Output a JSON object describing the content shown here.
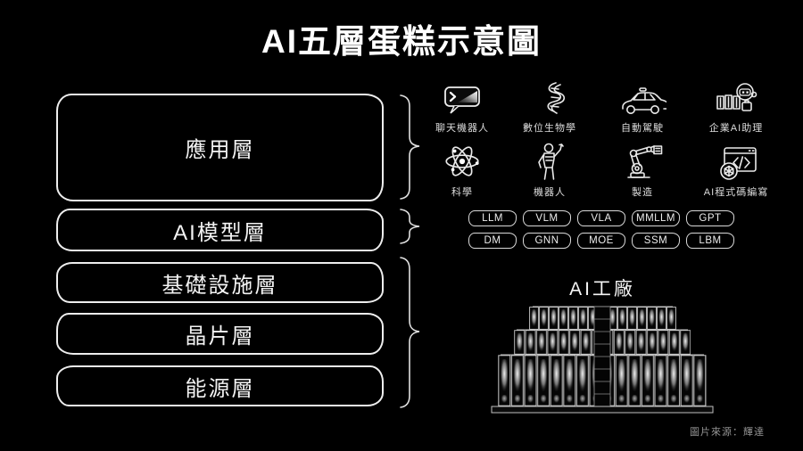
{
  "title": "AI五層蛋糕示意圖",
  "layers": [
    {
      "label": "應用層"
    },
    {
      "label": "AI模型層"
    },
    {
      "label": "基礎設施層"
    },
    {
      "label": "晶片層"
    },
    {
      "label": "能源層"
    }
  ],
  "applications": [
    {
      "label": "聊天機器人",
      "icon": "chat-bubble-icon"
    },
    {
      "label": "數位生物學",
      "icon": "dna-ribbon-icon"
    },
    {
      "label": "自動駕駛",
      "icon": "autonomous-car-icon"
    },
    {
      "label": "企業AI助理",
      "icon": "enterprise-ai-robot-icon"
    },
    {
      "label": "科學",
      "icon": "atom-icon"
    },
    {
      "label": "機器人",
      "icon": "humanoid-robot-icon"
    },
    {
      "label": "製造",
      "icon": "robot-arm-icon"
    },
    {
      "label": "AI程式碼編寫",
      "icon": "code-window-icon"
    }
  ],
  "models": {
    "row1": [
      "LLM",
      "VLM",
      "VLA",
      "MMLLM",
      "GPT"
    ],
    "row2": [
      "DM",
      "GNN",
      "MOE",
      "SSM",
      "LBM"
    ]
  },
  "factory": {
    "title": "AI工廠",
    "illustration": "server-racks"
  },
  "source_note": "圖片來源：輝達",
  "colors": {
    "background": "#000000",
    "line": "#ededed",
    "label": "#e3e3e3",
    "muted_text": "#949494"
  }
}
